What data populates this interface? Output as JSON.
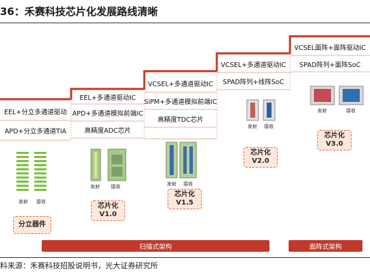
{
  "title": "36：禾赛科技芯片化发展路线清晰",
  "source": "料来源：禾赛科技招股说明书，光大证券研究所",
  "colors": {
    "accent": "#c0392b",
    "badge_fill": "#fde8dc",
    "badge_border": "#e06a40"
  },
  "stages": [
    {
      "rows": [
        "EEL+分立多通道驱动",
        "APD+分立多通道TIA"
      ],
      "labels": [
        "发射",
        "接收"
      ],
      "badge": [
        "分立器件"
      ]
    },
    {
      "rows": [
        "EEL+多通道驱动IC",
        "APD+多通道模拟前端IC",
        "高精度ADC芯片"
      ],
      "labels": [
        "发射",
        "接收"
      ],
      "badge": [
        "芯片化",
        "V1.0"
      ]
    },
    {
      "rows": [
        "VCSEL+多通道驱动IC",
        "SiPM+多通道模拟前端IC",
        "高精度TDC芯片"
      ],
      "labels": [
        "发射",
        "接收"
      ],
      "badge": [
        "芯片化",
        "V1.5"
      ]
    },
    {
      "rows": [
        "VCSEL+多通道驱动IC",
        "SPAD阵列+线阵SoC"
      ],
      "labels": [
        "发射",
        "接收"
      ],
      "badge": [
        "芯片化",
        "V2.0"
      ]
    },
    {
      "rows": [
        "VCSEL面阵+面阵驱动IC",
        "SPAD阵列+面阵SoC"
      ],
      "labels": [
        "发射",
        "接收"
      ],
      "badge": [
        "芯片化",
        "V3.0"
      ]
    }
  ],
  "bars": [
    "扫描式架构",
    "面阵式架构"
  ]
}
